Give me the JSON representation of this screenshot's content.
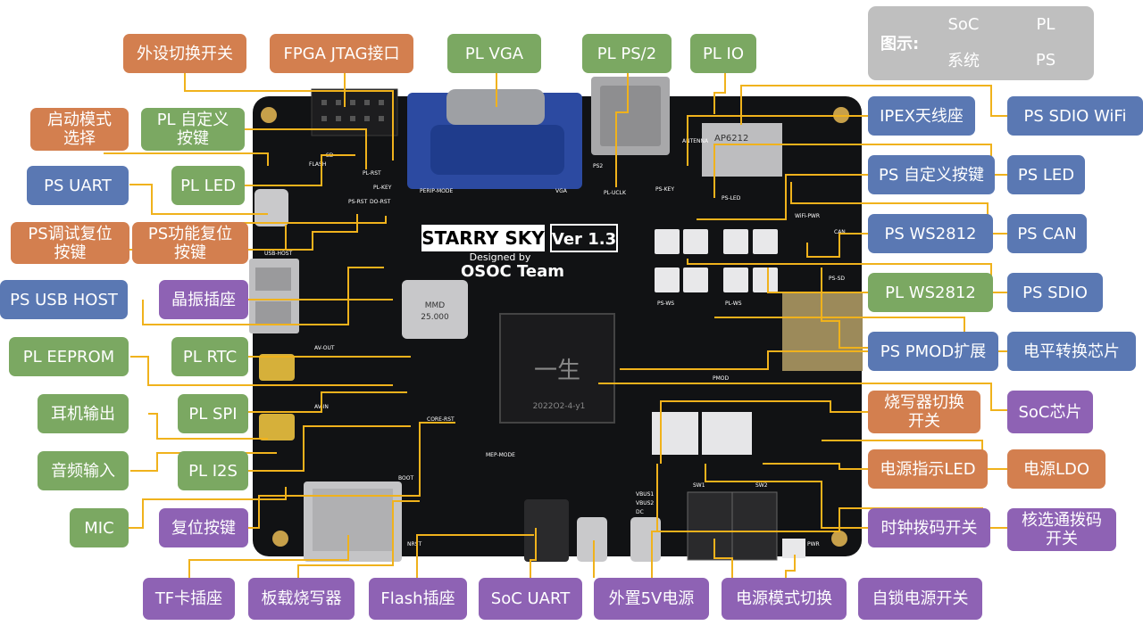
{
  "legend": {
    "title": "图示:",
    "items": [
      {
        "key": "soc",
        "label": "SoC",
        "color": "#8e62b4"
      },
      {
        "key": "pl",
        "label": "PL",
        "color": "#7ba862"
      },
      {
        "key": "sys",
        "label": "系统",
        "color": "#d37f4f"
      },
      {
        "key": "ps",
        "label": "PS",
        "color": "#5a78b3"
      }
    ]
  },
  "board": {
    "name": "STARRY SKY",
    "version": "Ver 1.3",
    "designed_by": "Designed by",
    "team": "OSOC Team",
    "chip_marking": "2022O2-4-y1",
    "silkscreen": [
      "FLASH",
      "SD",
      "PL-RST",
      "PL-KEY",
      "PERIP-MODE",
      "VGA",
      "PS2",
      "PL-UCLK",
      "PS-KEY",
      "ANTENNA",
      "PS-LED",
      "WiFi-PWR",
      "PS-WS",
      "PL-WS",
      "PS-SD",
      "PS-RST",
      "DO-RST",
      "USB-HOST",
      "AV-OUT",
      "AV-IN",
      "CORE-RST",
      "BOOT",
      "SW1",
      "SW2",
      "VBUS1",
      "VBUS2",
      "DC",
      "PWR",
      "NRST",
      "MEP-MODE",
      "PMOD",
      "CAN",
      "AP6212"
    ]
  },
  "labels": {
    "waishe_qiehuan": "外设切换开关",
    "fpga_jtag": "FPGA JTAG接口",
    "pl_vga": "PL VGA",
    "pl_ps2": "PL PS/2",
    "pl_io": "PL IO",
    "boot_mode": "启动模式\n选择",
    "pl_custom_key": "PL 自定义\n按键",
    "ps_uart": "PS UART",
    "pl_led": "PL LED",
    "ps_debug_reset": "PS调试复位\n按键",
    "ps_func_reset": "PS功能复位\n按键",
    "ps_usb_host": "PS USB HOST",
    "crystal_socket": "晶振插座",
    "pl_eeprom": "PL EEPROM",
    "pl_rtc": "PL RTC",
    "headphone_out": "耳机输出",
    "pl_spi": "PL SPI",
    "audio_in": "音频输入",
    "pl_i2s": "PL I2S",
    "mic": "MIC",
    "reset_key": "复位按键",
    "tf_socket": "TF卡插座",
    "onboard_programmer": "板载烧写器",
    "flash_socket": "Flash插座",
    "soc_uart": "SoC UART",
    "ext_5v": "外置5V电源",
    "power_mode": "电源模式切换",
    "latch_power": "自锁电源开关",
    "ipex": "IPEX天线座",
    "ps_sdio_wifi": "PS SDIO WiFi",
    "ps_custom_key": "PS 自定义按键",
    "ps_led": "PS LED",
    "ps_ws2812": "PS WS2812",
    "ps_can": "PS CAN",
    "pl_ws2812": "PL WS2812",
    "ps_sdio": "PS SDIO",
    "ps_pmod": "PS PMOD扩展",
    "level_shifter": "电平转换芯片",
    "programmer_switch": "烧写器切换\n开关",
    "soc_chip": "SoC芯片",
    "power_led": "电源指示LED",
    "power_ldo": "电源LDO",
    "clock_dip": "时钟拨码开关",
    "core_select_dip": "核选通拨码\n开关"
  }
}
